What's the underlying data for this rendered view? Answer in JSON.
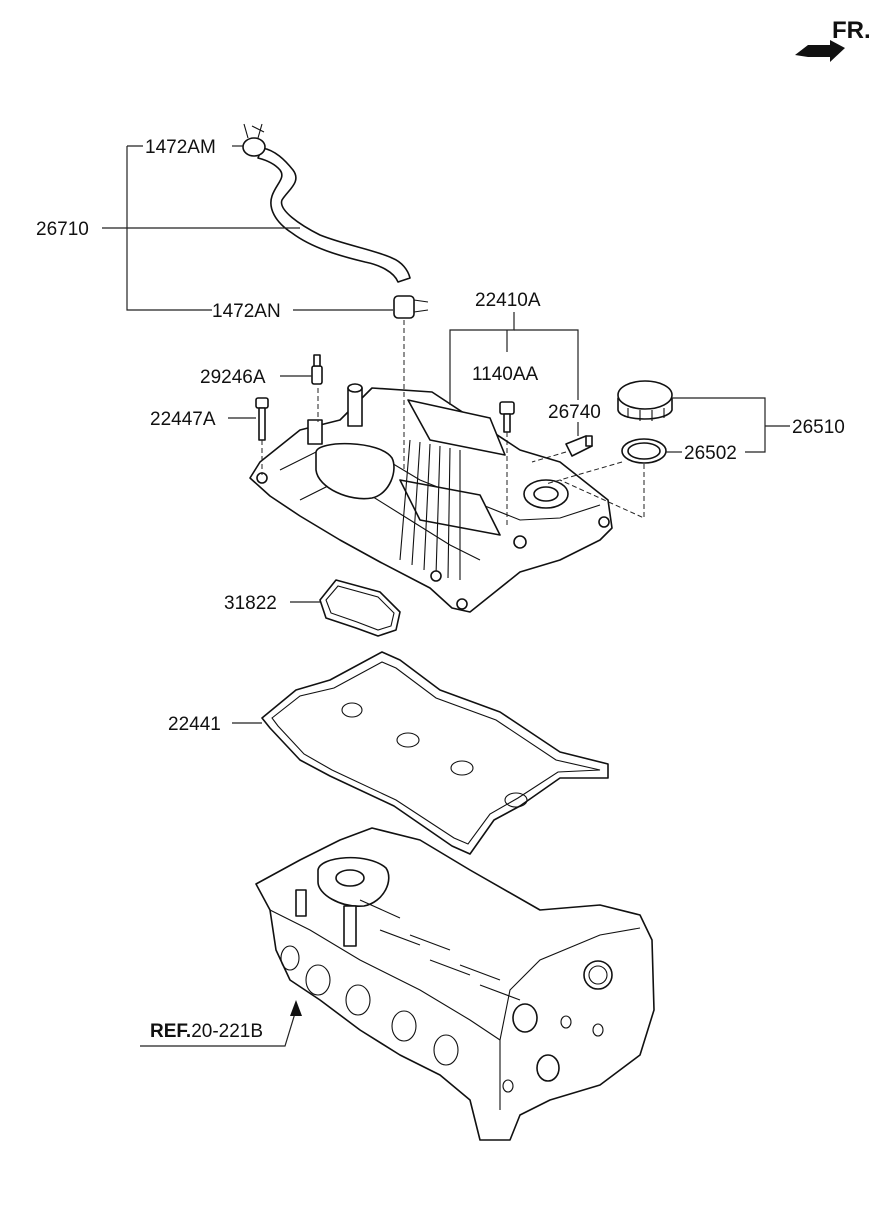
{
  "orientation": {
    "label": "FR.",
    "icon": "front-direction-arrow-icon"
  },
  "callouts": {
    "p1472AM": "1472AM",
    "p26710": "26710",
    "p1472AN": "1472AN",
    "p22410A": "22410A",
    "p29246A": "29246A",
    "p1140AA": "1140AA",
    "p22447A": "22447A",
    "p26740": "26740",
    "p26510": "26510",
    "p26502": "26502",
    "p31822": "31822",
    "p22441": "22441"
  },
  "reference": {
    "prefix": "REF.",
    "code": "20-221B"
  },
  "parts": {
    "breather_hose": "hose-icon",
    "hose_clamp_upper": "clamp-icon",
    "hose_clamp_lower": "clamp-icon",
    "pcv_valve": "valve-icon",
    "bolt": "bolt-icon",
    "stud_bolt": "bolt-icon",
    "sensor": "sensor-icon",
    "oil_filler_cap": "cap-icon",
    "cap_gasket": "ring-icon",
    "cover_assembly": "rocker-cover-icon",
    "plug_gasket": "gasket-icon",
    "cover_gasket": "gasket-icon",
    "cylinder_head": "cylinder-head-icon"
  },
  "colors": {
    "line": "#222222",
    "background": "#ffffff"
  }
}
